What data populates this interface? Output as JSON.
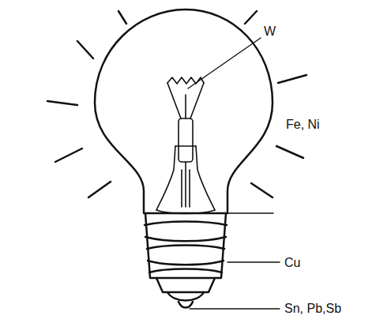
{
  "diagram": {
    "labels": [
      "W",
      "Fe, Ni",
      "Cu",
      "Sn, Pb,Sb"
    ]
  }
}
